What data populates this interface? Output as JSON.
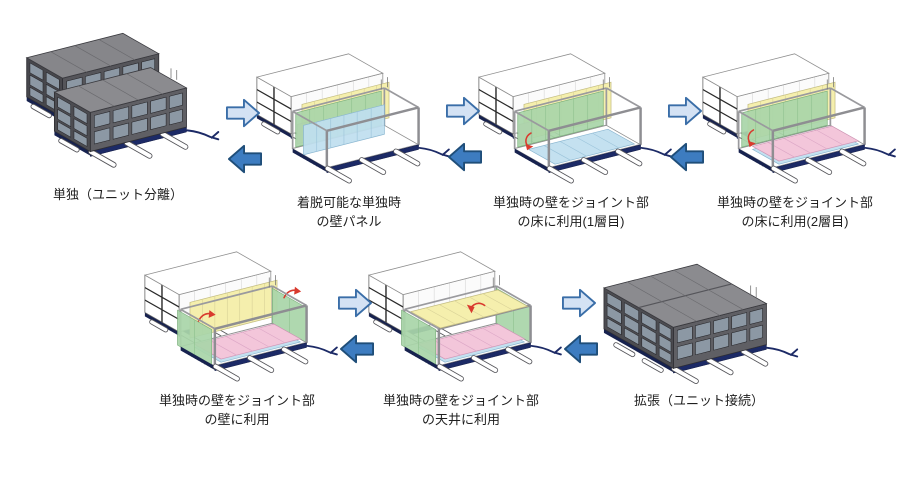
{
  "diagram": {
    "title_hint": "unit expansion / separation sequence",
    "stages": [
      {
        "id": "separated",
        "caption_lines": [
          "単独（ユニット分離）"
        ]
      },
      {
        "id": "panels",
        "caption_lines": [
          "着脱可能な単独時",
          "の壁パネル"
        ]
      },
      {
        "id": "floor1",
        "caption_lines": [
          "単独時の壁をジョイント部",
          "の床に利用(1層目)"
        ]
      },
      {
        "id": "floor2",
        "caption_lines": [
          "単独時の壁をジョイント部",
          "の床に利用(2層目)"
        ]
      },
      {
        "id": "wall",
        "caption_lines": [
          "単独時の壁をジョイント部",
          "の壁に利用"
        ]
      },
      {
        "id": "ceiling",
        "caption_lines": [
          "単独時の壁をジョイント部",
          "の天井に利用"
        ]
      },
      {
        "id": "expanded",
        "caption_lines": [
          "拡張（ユニット接続）"
        ]
      }
    ],
    "colors": {
      "forward_arrow_fill": "#d4e2f4",
      "forward_arrow_stroke": "#3a6ea8",
      "backward_arrow_fill": "#3d7cc0",
      "backward_arrow_stroke": "#1f4e79",
      "panel_yellow": "#f5efad",
      "panel_pink": "#f3c6da",
      "panel_green": "#a9d5a9",
      "panel_blue": "#bfdfef",
      "unit_dark_gray": "#5f5f64",
      "trailer_base_navy": "#1c2a66",
      "motion_arrow_red": "#d93a2e",
      "background": "#ffffff",
      "caption_text": "#1f1f1f"
    }
  }
}
